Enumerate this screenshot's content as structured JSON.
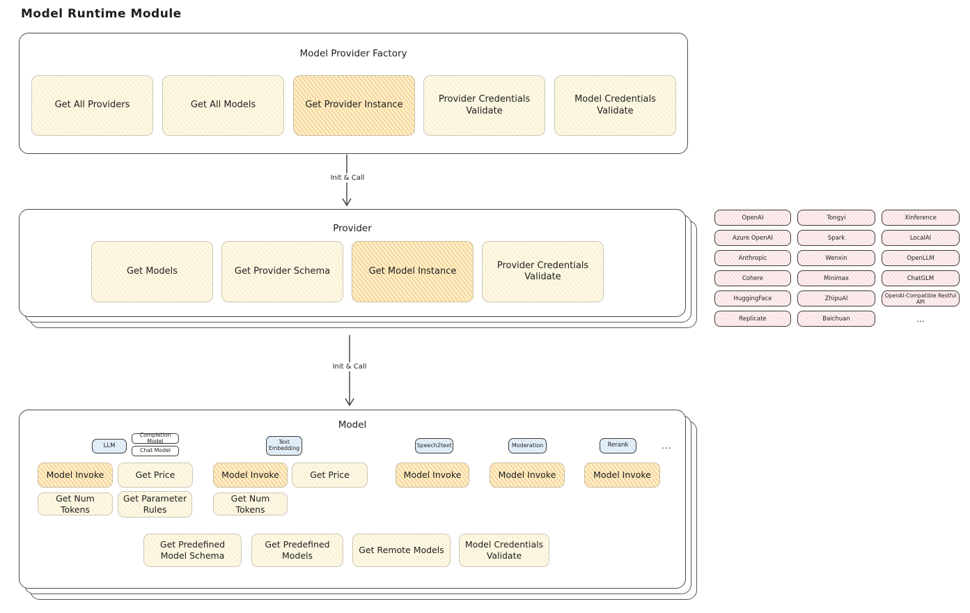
{
  "page_title": "Model Runtime Module",
  "colors": {
    "cream": "#fdf9e6",
    "orange_highlight": "#fcefcd",
    "blue_tag": "#eaf3fb",
    "pink_chip": "#fdf0f0",
    "stroke": "#4a473f"
  },
  "factory": {
    "title": "Model Provider Factory",
    "buttons": [
      {
        "label": "Get All Providers",
        "highlight": false
      },
      {
        "label": "Get All Models",
        "highlight": false
      },
      {
        "label": "Get Provider Instance",
        "highlight": true
      },
      {
        "label": "Provider Credentials Validate",
        "highlight": false
      },
      {
        "label": "Model Credentials Validate",
        "highlight": false
      }
    ]
  },
  "arrow1": {
    "label": "Init & Call"
  },
  "arrow2": {
    "label": "Init & Call"
  },
  "provider": {
    "title": "Provider",
    "buttons": [
      {
        "label": "Get Models",
        "highlight": false
      },
      {
        "label": "Get Provider Schema",
        "highlight": false
      },
      {
        "label": "Get Model Instance",
        "highlight": true
      },
      {
        "label": "Provider Credentials Validate",
        "highlight": false
      }
    ]
  },
  "providers_grid": {
    "items": [
      "OpenAI",
      "Tongyi",
      "Xinference",
      "Azure OpenAI",
      "Spark",
      "LocalAI",
      "Anthropic",
      "Wenxin",
      "OpenLLM",
      "Cohere",
      "Minimax",
      "ChatGLM",
      "HuggingFace",
      "ZhipuAI",
      "OpenAI-Compatible Restful API",
      "Replicate",
      "Baichuan"
    ],
    "more": "..."
  },
  "model": {
    "title": "Model",
    "tags": {
      "llm": "LLM",
      "completion": "Completion Model",
      "chat": "Chat Model",
      "text_embedding": "Text Embedding",
      "speech2text": "Speech2text",
      "moderation": "Moderation",
      "rerank": "Rerank",
      "more": "..."
    },
    "row1": [
      {
        "label": "Model Invoke",
        "highlight": true
      },
      {
        "label": "Get Price",
        "highlight": false
      },
      {
        "label": "Model Invoke",
        "highlight": true
      },
      {
        "label": "Get Price",
        "highlight": false
      },
      {
        "label": "Model Invoke",
        "highlight": true
      },
      {
        "label": "Model Invoke",
        "highlight": true
      },
      {
        "label": "Model Invoke",
        "highlight": true
      }
    ],
    "row2": [
      {
        "label": "Get Num Tokens"
      },
      {
        "label": "Get Parameter Rules"
      },
      {
        "label": "Get Num Tokens"
      }
    ],
    "row3": [
      {
        "label": "Get Predefined Model Schema"
      },
      {
        "label": "Get Predefined Models"
      },
      {
        "label": "Get Remote Models"
      },
      {
        "label": "Model Credentials Validate"
      }
    ]
  }
}
